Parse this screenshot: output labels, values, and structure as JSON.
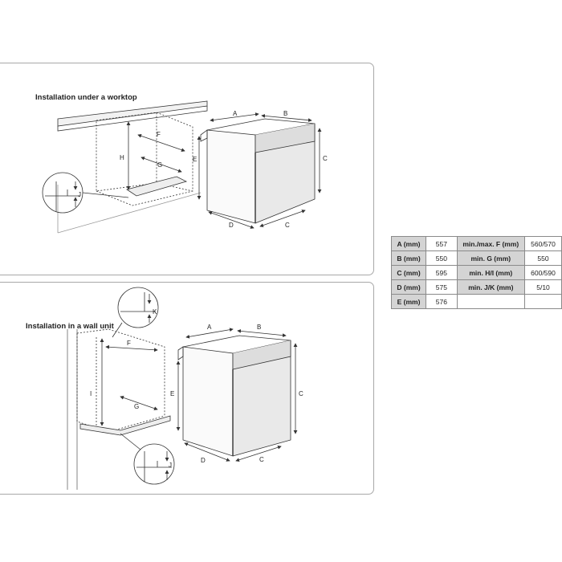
{
  "panels": {
    "top": {
      "title": "Installation under a worktop"
    },
    "bottom": {
      "title": "Installation in a wall unit"
    }
  },
  "labels": {
    "A": "A",
    "B": "B",
    "C": "C",
    "D": "D",
    "E": "E",
    "F": "F",
    "G": "G",
    "H": "H",
    "I": "I",
    "J": "J",
    "K": "K"
  },
  "table": {
    "rows": [
      {
        "left_label": "A (mm)",
        "left_value": "557",
        "right_label": "min./max. F (mm)",
        "right_value": "560/570"
      },
      {
        "left_label": "B (mm)",
        "left_value": "550",
        "right_label": "min. G (mm)",
        "right_value": "550"
      },
      {
        "left_label": "C (mm)",
        "left_value": "595",
        "right_label": "min. H/I (mm)",
        "right_value": "600/590"
      },
      {
        "left_label": "D (mm)",
        "left_value": "575",
        "right_label": "min. J/K (mm)",
        "right_value": "5/10"
      },
      {
        "left_label": "E (mm)",
        "left_value": "576",
        "right_label": "",
        "right_value": ""
      }
    ]
  },
  "colors": {
    "line": "#333333",
    "grid": "#bbbbbb",
    "header_bg": "#d4d4d4"
  }
}
